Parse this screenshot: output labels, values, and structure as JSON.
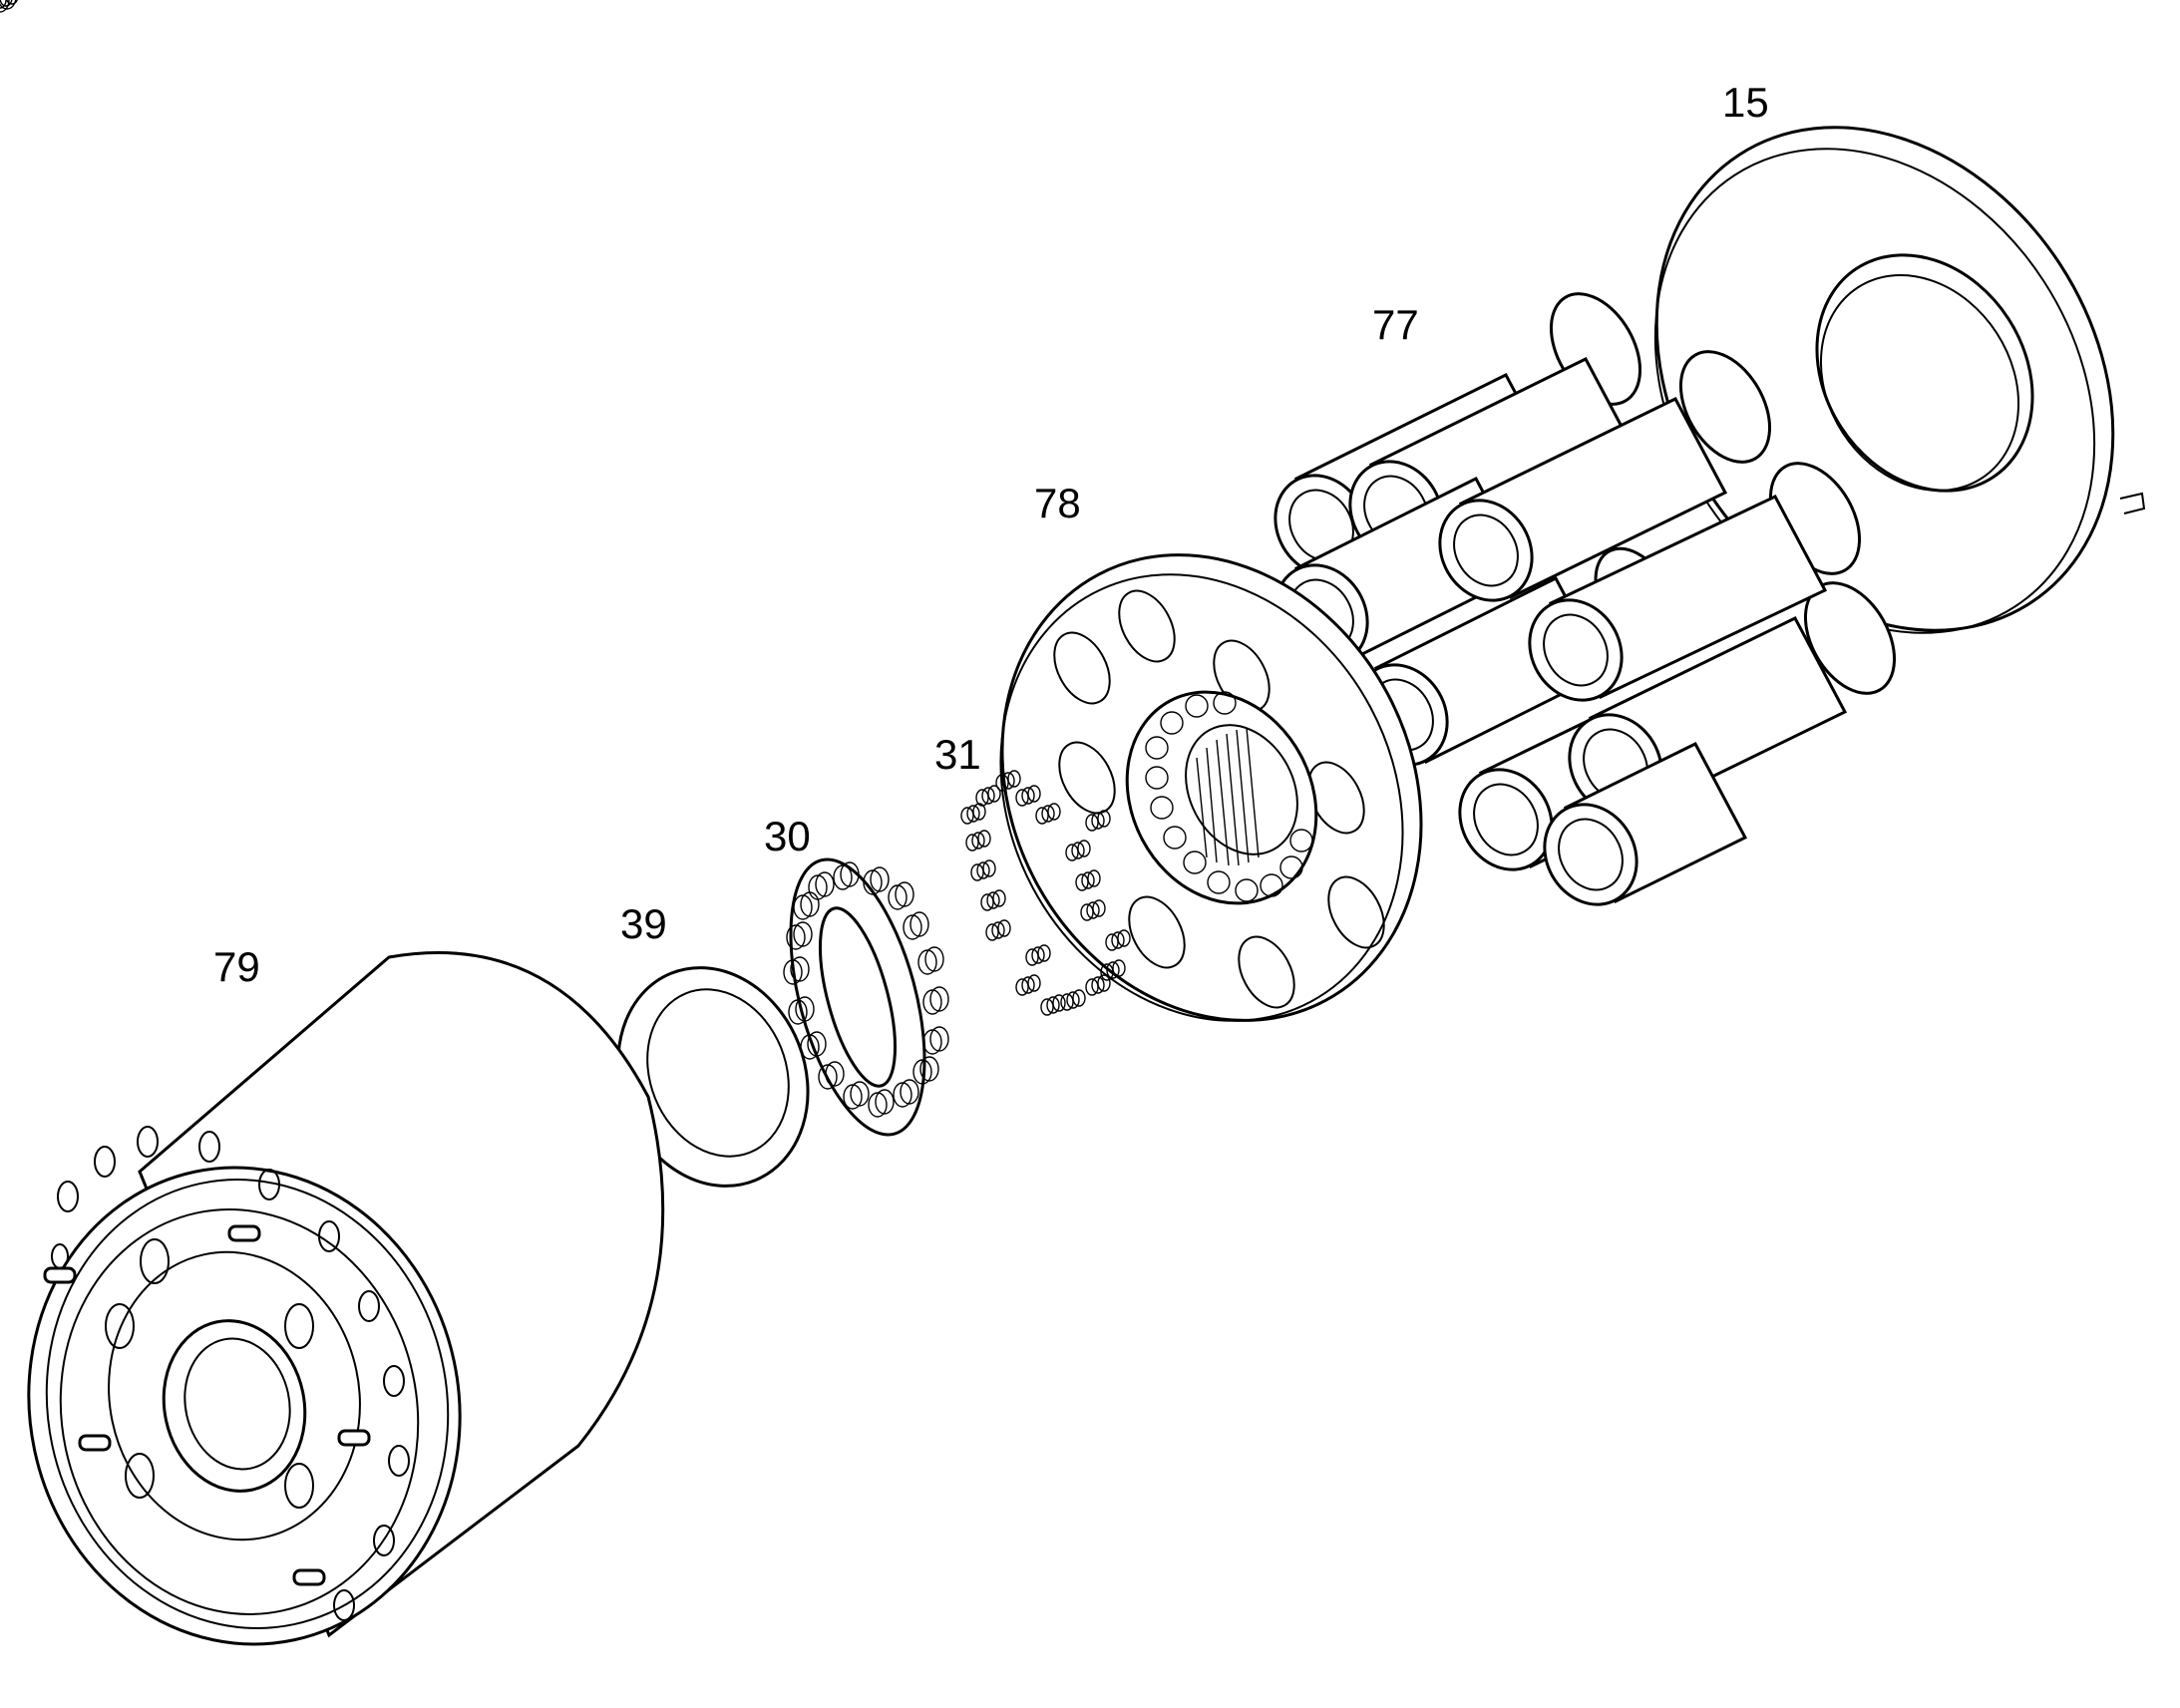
{
  "callouts": {
    "c15": "15",
    "c77": "77",
    "c78": "78",
    "c31": "31",
    "c30": "30",
    "c39": "39",
    "c79": "79"
  },
  "colors": {
    "line": "#000000",
    "background": "#ffffff"
  }
}
